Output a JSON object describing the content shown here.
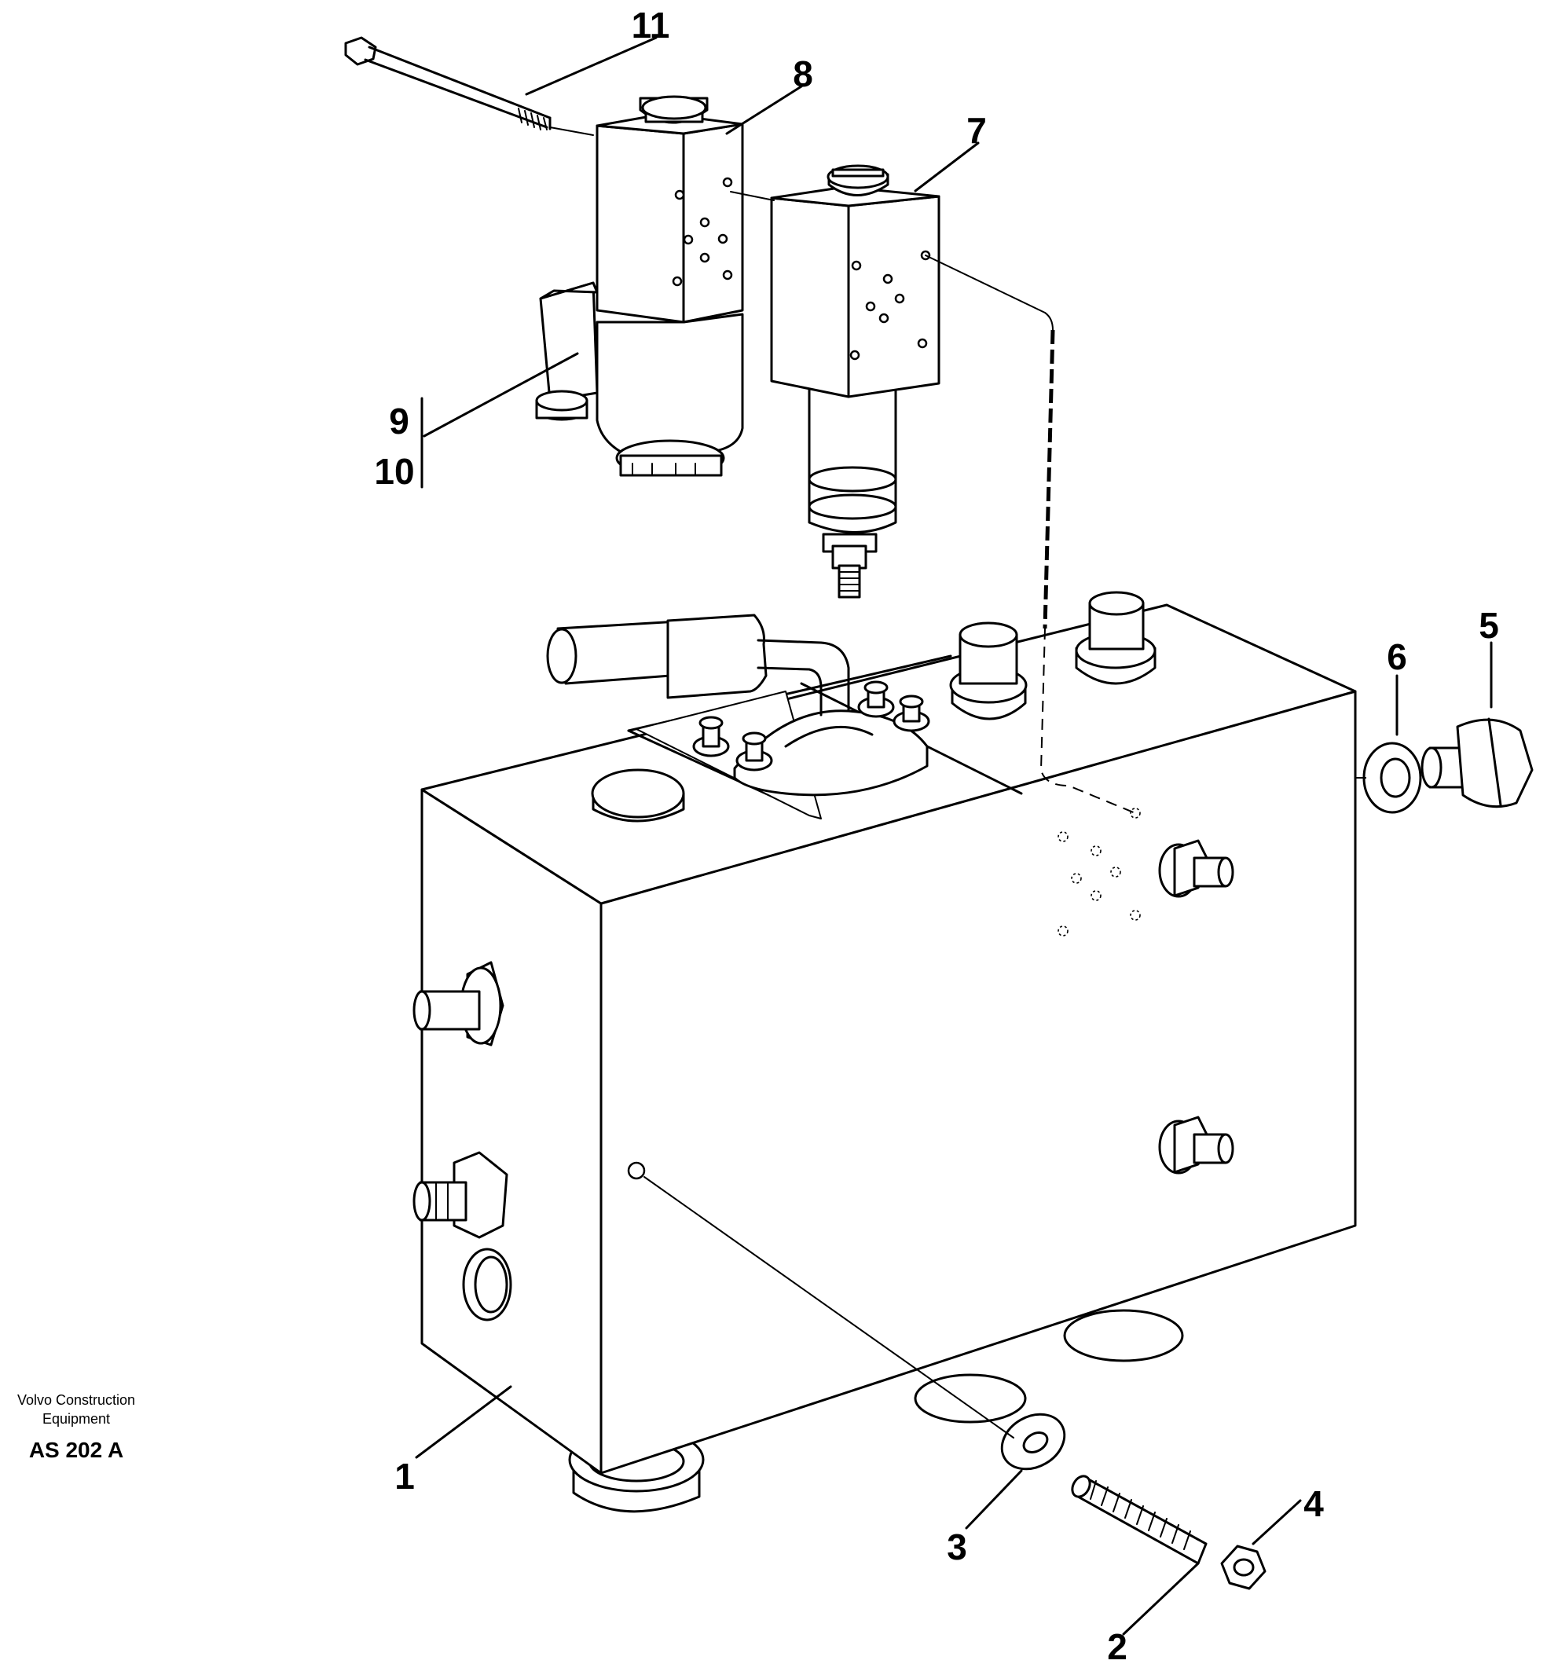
{
  "callouts": {
    "c1": "1",
    "c2": "2",
    "c3": "3",
    "c4": "4",
    "c5": "5",
    "c6": "6",
    "c7": "7",
    "c8": "8",
    "c9": "9",
    "c10": "10",
    "c11": "11"
  },
  "credit": {
    "line1": "Volvo Construction",
    "line2": "Equipment",
    "code": "AS 202 A"
  }
}
